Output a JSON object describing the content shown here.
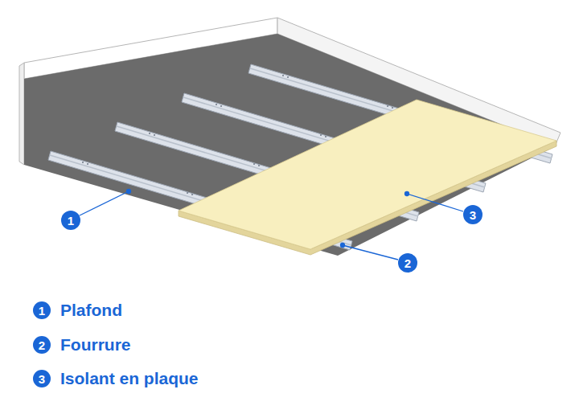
{
  "diagram": {
    "labels": [
      "1",
      "2",
      "3",
      "1",
      "2",
      "3"
    ],
    "legend": [
      {
        "text": "Plafond"
      },
      {
        "text": "Fourrure"
      },
      {
        "text": "Isolant en plaque"
      }
    ]
  }
}
